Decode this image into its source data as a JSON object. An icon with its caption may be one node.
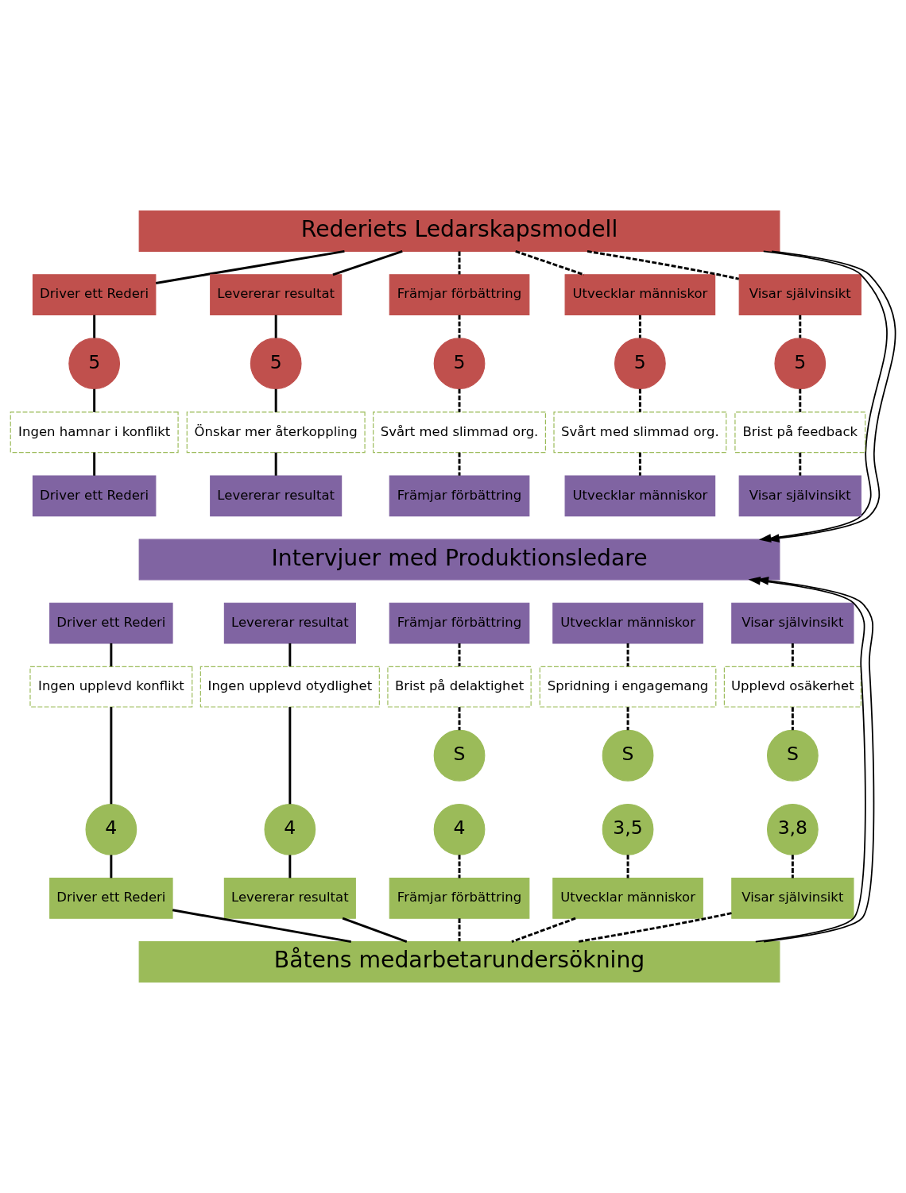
{
  "diagram": {
    "nodes": [
      {
        "text": [
          "Rederiets Ledarskapsmodell"
        ]
      },
      {
        "text": [
          "Driver ett Rederi"
        ]
      },
      {
        "text": [
          "Levererar resultat"
        ]
      },
      {
        "text": [
          "Främjar förbättring"
        ]
      },
      {
        "text": [
          "Utvecklar människor"
        ]
      },
      {
        "text": [
          "Visar självinsikt"
        ]
      },
      {
        "text": [
          "5"
        ]
      },
      {
        "text": [
          "5"
        ]
      },
      {
        "text": [
          "5"
        ]
      },
      {
        "text": [
          "5"
        ]
      },
      {
        "text": [
          "5"
        ]
      },
      {
        "text": [
          "Ingen hamnar i konflikt"
        ]
      },
      {
        "text": [
          "Önskar mer återkoppling"
        ]
      },
      {
        "text": [
          "Svårt med slimmad org."
        ]
      },
      {
        "text": [
          "Svårt med slimmad org."
        ]
      },
      {
        "text": [
          "Brist på feedback"
        ]
      },
      {
        "text": [
          "Driver ett Rederi"
        ]
      },
      {
        "text": [
          "Levererar resultat"
        ]
      },
      {
        "text": [
          "Främjar förbättring"
        ]
      },
      {
        "text": [
          "Utvecklar människor"
        ]
      },
      {
        "text": [
          "Visar självinsikt"
        ]
      },
      {
        "text": [
          "Intervjuer med Produktionsledare"
        ]
      },
      {
        "text": [
          "Driver ett Rederi"
        ]
      },
      {
        "text": [
          "Levererar resultat"
        ]
      },
      {
        "text": [
          "Främjar förbättring"
        ]
      },
      {
        "text": [
          "Utvecklar människor"
        ]
      },
      {
        "text": [
          "Visar självinsikt"
        ]
      },
      {
        "text": [
          "Ingen upplevd konflikt"
        ]
      },
      {
        "text": [
          "Ingen upplevd otydlighet"
        ]
      },
      {
        "text": [
          "Brist på delaktighet"
        ]
      },
      {
        "text": [
          "Spridning i engagemang"
        ]
      },
      {
        "text": [
          "Upplevd osäkerhet"
        ]
      },
      {
        "text": [
          "S"
        ]
      },
      {
        "text": [
          "S"
        ]
      },
      {
        "text": [
          "S"
        ]
      },
      {
        "text": [
          "4"
        ]
      },
      {
        "text": [
          "4"
        ]
      },
      {
        "text": [
          "4"
        ]
      },
      {
        "text": [
          "3,5"
        ]
      },
      {
        "text": [
          "3,8"
        ]
      },
      {
        "text": [
          "Driver ett Rederi"
        ]
      },
      {
        "text": [
          "Levererar resultat"
        ]
      },
      {
        "text": [
          "Främjar förbättring"
        ]
      },
      {
        "text": [
          "Utvecklar människor"
        ]
      },
      {
        "text": [
          "Visar självinsikt"
        ]
      },
      {
        "text": [
          "Båtens medarbetarundersökning"
        ]
      }
    ],
    "edges": [
      {
        "from": 0,
        "to": 1,
        "arrow": "none"
      },
      {
        "from": 0,
        "to": 2,
        "arrow": "none"
      },
      {
        "from": 0,
        "to": 3,
        "arrow": "none",
        "style": "dashed"
      },
      {
        "from": 0,
        "to": 4,
        "arrow": "none",
        "style": "dashed"
      },
      {
        "from": 0,
        "to": 5,
        "arrow": "none",
        "style": "dashed"
      },
      {
        "from": 1,
        "to": 6,
        "arrow": "none"
      },
      {
        "from": 2,
        "to": 7,
        "arrow": "none"
      },
      {
        "from": 3,
        "to": 8,
        "arrow": "none",
        "style": "dashed"
      },
      {
        "from": 4,
        "to": 9,
        "arrow": "none",
        "style": "dashed"
      },
      {
        "from": 5,
        "to": 10,
        "arrow": "none",
        "style": "dashed"
      },
      {
        "from": 6,
        "to": 11,
        "arrow": "none"
      },
      {
        "from": 7,
        "to": 12,
        "arrow": "none"
      },
      {
        "from": 8,
        "to": 13,
        "arrow": "none",
        "style": "dashed"
      },
      {
        "from": 9,
        "to": 14,
        "arrow": "none",
        "style": "dashed"
      },
      {
        "from": 10,
        "to": 15,
        "arrow": "none",
        "style": "dashed"
      },
      {
        "from": 11,
        "to": 16,
        "arrow": "none"
      },
      {
        "from": 12,
        "to": 17,
        "arrow": "none"
      },
      {
        "from": 13,
        "to": 18,
        "arrow": "none",
        "style": "dashed"
      },
      {
        "from": 14,
        "to": 19,
        "arrow": "none",
        "style": "dashed"
      },
      {
        "from": 15,
        "to": 20,
        "arrow": "none",
        "style": "dashed"
      },
      {
        "from": 22,
        "to": 27,
        "arrow": "none"
      },
      {
        "from": 23,
        "to": 28,
        "arrow": "none"
      },
      {
        "from": 24,
        "to": 29,
        "arrow": "none",
        "style": "dashed"
      },
      {
        "from": 25,
        "to": 30,
        "arrow": "none",
        "style": "dashed"
      },
      {
        "from": 26,
        "to": 31,
        "arrow": "none",
        "style": "dashed"
      },
      {
        "from": 27,
        "to": 35,
        "arrow": "none"
      },
      {
        "from": 28,
        "to": 36,
        "arrow": "none"
      },
      {
        "from": 29,
        "to": 32,
        "arrow": "none",
        "style": "dashed"
      },
      {
        "from": 30,
        "to": 33,
        "arrow": "none",
        "style": "dashed"
      },
      {
        "from": 31,
        "to": 34,
        "arrow": "none",
        "style": "dashed"
      },
      {
        "from": 35,
        "to": 40,
        "arrow": "none"
      },
      {
        "from": 36,
        "to": 41,
        "arrow": "none"
      },
      {
        "from": 37,
        "to": 42,
        "arrow": "none",
        "style": "dashed"
      },
      {
        "from": 38,
        "to": 43,
        "arrow": "none",
        "style": "dashed"
      },
      {
        "from": 39,
        "to": 44,
        "arrow": "none",
        "style": "dashed"
      },
      {
        "from": 40,
        "to": 45,
        "arrow": "none"
      },
      {
        "from": 41,
        "to": 45,
        "arrow": "none"
      },
      {
        "from": 42,
        "to": 45,
        "arrow": "none",
        "style": "dashed"
      },
      {
        "from": 43,
        "to": 45,
        "arrow": "none",
        "style": "dashed"
      },
      {
        "from": 44,
        "to": 45,
        "arrow": "none",
        "style": "dashed"
      },
      {
        "from": 0,
        "to": 21,
        "arrow": "to"
      },
      {
        "from": 0,
        "to": 21,
        "arrow": "to"
      },
      {
        "from": 45,
        "to": 21,
        "arrow": "to"
      },
      {
        "from": 45,
        "to": 21,
        "arrow": "to"
      }
    ]
  }
}
